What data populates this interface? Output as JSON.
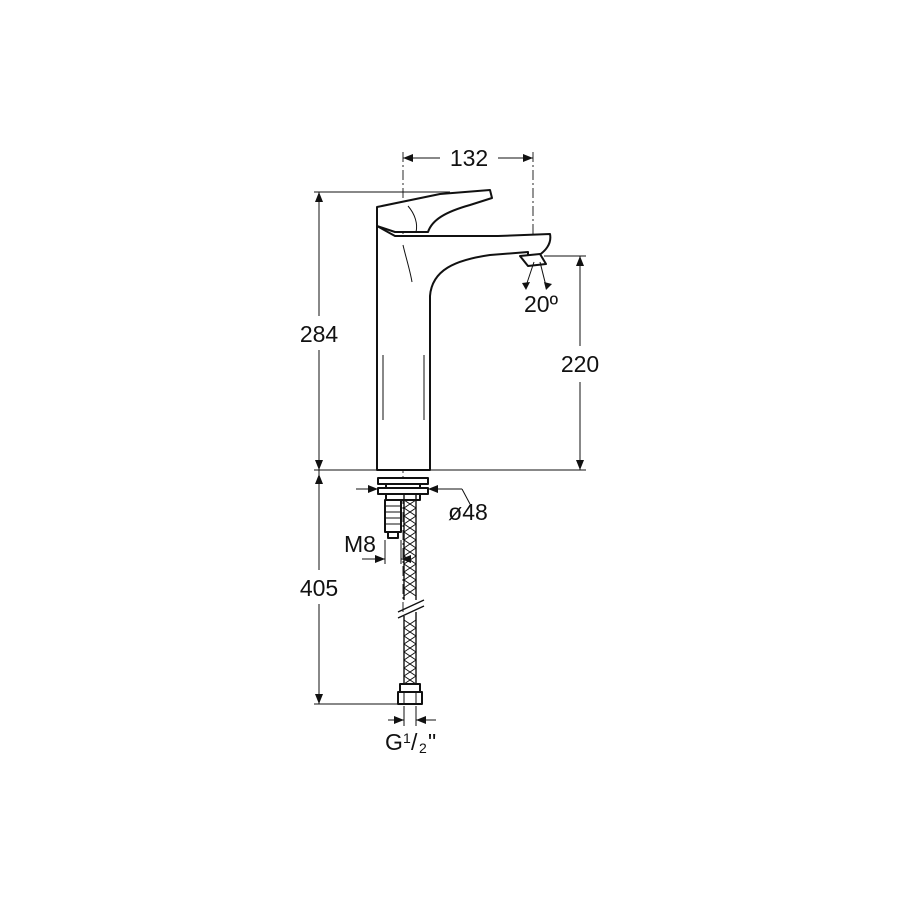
{
  "dimensions": {
    "width_132": "132",
    "height_284": "284",
    "spout_height_220": "220",
    "angle_20": "20º",
    "diameter_48": "ø48",
    "thread_m8": "M8",
    "hose_length_405": "405",
    "connection_g": "G",
    "connection_frac_num": "1",
    "connection_frac_slash": "/",
    "connection_frac_den": "2",
    "connection_quote": "\""
  }
}
